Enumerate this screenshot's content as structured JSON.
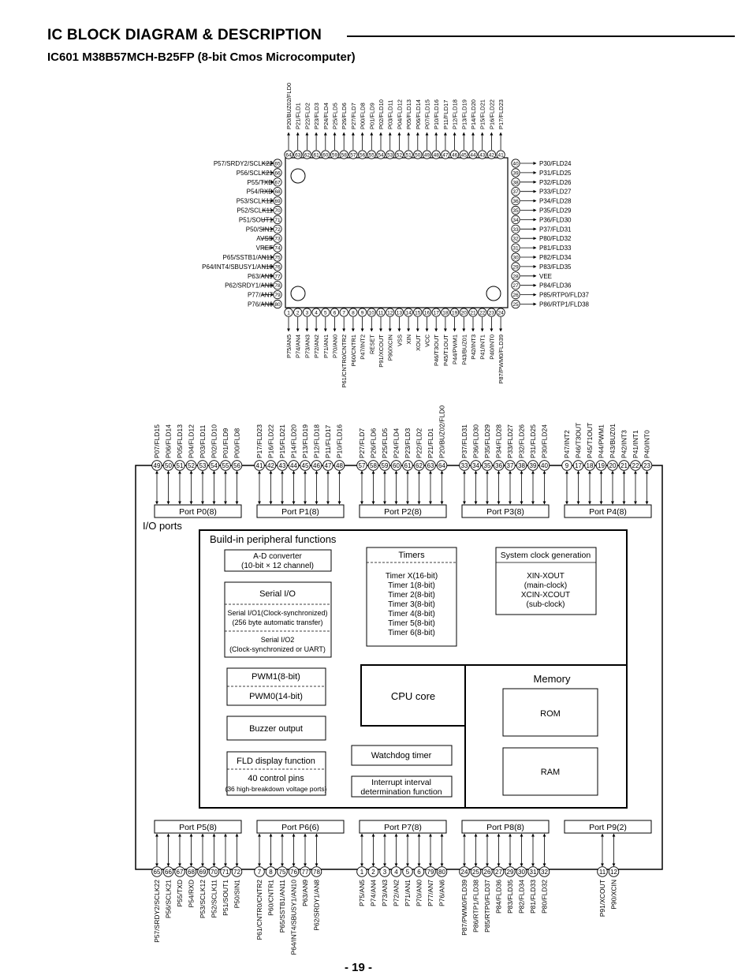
{
  "title": "IC BLOCK DIAGRAM  & DESCRIPTION",
  "subtitle": "IC601 M38B57MCH-B25FP (8-bit Cmos Microcomputer)",
  "page_number": "- 19 -",
  "pinout": {
    "top": [
      {
        "n": "64",
        "label": "P20/BUZ02/FLD0"
      },
      {
        "n": "63",
        "label": "P21/FLD1"
      },
      {
        "n": "62",
        "label": "P22/FLD2"
      },
      {
        "n": "61",
        "label": "P23/FLD3"
      },
      {
        "n": "60",
        "label": "P24/FLD4"
      },
      {
        "n": "59",
        "label": "P25/FLD5"
      },
      {
        "n": "58",
        "label": "P26/FLD6"
      },
      {
        "n": "57",
        "label": "P27/FLD7"
      },
      {
        "n": "56",
        "label": "P00/FLD8"
      },
      {
        "n": "55",
        "label": "P01/FLD9"
      },
      {
        "n": "54",
        "label": "P02/FLD10"
      },
      {
        "n": "53",
        "label": "P03/FLD11"
      },
      {
        "n": "52",
        "label": "P04/FLD12"
      },
      {
        "n": "51",
        "label": "P05/FLD13"
      },
      {
        "n": "50",
        "label": "P06/FLD14"
      },
      {
        "n": "49",
        "label": "P07/FLD15"
      },
      {
        "n": "48",
        "label": "P10/FLD16"
      },
      {
        "n": "47",
        "label": "P11/FLD17"
      },
      {
        "n": "46",
        "label": "P12/FLD18"
      },
      {
        "n": "45",
        "label": "P13/FLD19"
      },
      {
        "n": "44",
        "label": "P14/FLD20"
      },
      {
        "n": "43",
        "label": "P15/FLD21"
      },
      {
        "n": "42",
        "label": "P16/FLD22"
      },
      {
        "n": "41",
        "label": "P17/FLD23"
      }
    ],
    "left": [
      {
        "n": "65",
        "label": "P57/SRDY2/SCLK22"
      },
      {
        "n": "66",
        "label": "P56/SCLK21"
      },
      {
        "n": "67",
        "label": "P55/TXD"
      },
      {
        "n": "68",
        "label": "P54/RXD"
      },
      {
        "n": "69",
        "label": "P53/SCLK12"
      },
      {
        "n": "70",
        "label": "P52/SCLK11"
      },
      {
        "n": "71",
        "label": "P51/SOUT1"
      },
      {
        "n": "72",
        "label": "P50/SIN1"
      },
      {
        "n": "73",
        "label": "AVSS"
      },
      {
        "n": "74",
        "label": "VREF"
      },
      {
        "n": "75",
        "label": "P65/SSTB1/AN11"
      },
      {
        "n": "76",
        "label": "P64/INT4/SBUSY1/AN10"
      },
      {
        "n": "77",
        "label": "P63/AN9"
      },
      {
        "n": "78",
        "label": "P62/SRDY1/AN8"
      },
      {
        "n": "79",
        "label": "P77/AN7"
      },
      {
        "n": "80",
        "label": "P76/AN6"
      }
    ],
    "right": [
      {
        "n": "40",
        "label": "P30/FLD24"
      },
      {
        "n": "39",
        "label": "P31/FLD25"
      },
      {
        "n": "38",
        "label": "P32/FLD26"
      },
      {
        "n": "37",
        "label": "P33/FLD27"
      },
      {
        "n": "36",
        "label": "P34/FLD28"
      },
      {
        "n": "35",
        "label": "P35/FLD29"
      },
      {
        "n": "34",
        "label": "P36/FLD30"
      },
      {
        "n": "33",
        "label": "P37/FLD31"
      },
      {
        "n": "32",
        "label": "P80/FLD32"
      },
      {
        "n": "31",
        "label": "P81/FLD33"
      },
      {
        "n": "30",
        "label": "P82/FLD34"
      },
      {
        "n": "29",
        "label": "P83/FLD35"
      },
      {
        "n": "28",
        "label": "VEE"
      },
      {
        "n": "27",
        "label": "P84/FLD36"
      },
      {
        "n": "26",
        "label": "P85/RTP0/FLD37"
      },
      {
        "n": "25",
        "label": "P86/RTP1/FLD38"
      }
    ],
    "bottom": [
      {
        "n": "1",
        "label": "P75/AN5"
      },
      {
        "n": "2",
        "label": "P74/AN4"
      },
      {
        "n": "3",
        "label": "P73/AN3"
      },
      {
        "n": "4",
        "label": "P72/AN2"
      },
      {
        "n": "5",
        "label": "P71/AN1"
      },
      {
        "n": "6",
        "label": "P70/AN0"
      },
      {
        "n": "7",
        "label": "P61/CNTR0/CNTR2"
      },
      {
        "n": "8",
        "label": "P60/CNTR1"
      },
      {
        "n": "9",
        "label": "P47/INT2"
      },
      {
        "n": "10",
        "label": "RESET"
      },
      {
        "n": "11",
        "label": "P91/XCOUT"
      },
      {
        "n": "12",
        "label": "P90/XCIN"
      },
      {
        "n": "13",
        "label": "VSS"
      },
      {
        "n": "14",
        "label": "XIN"
      },
      {
        "n": "15",
        "label": "XOUT"
      },
      {
        "n": "16",
        "label": "VCC"
      },
      {
        "n": "17",
        "label": "P46/T3OUT"
      },
      {
        "n": "18",
        "label": "P45/T1OUT"
      },
      {
        "n": "19",
        "label": "P44/PWM1"
      },
      {
        "n": "20",
        "label": "P43/BUZ01"
      },
      {
        "n": "21",
        "label": "P42/INT3"
      },
      {
        "n": "22",
        "label": "P41/INT1"
      },
      {
        "n": "23",
        "label": "P40/INT0"
      },
      {
        "n": "24",
        "label": "P87/PWM0/FLD39"
      }
    ]
  },
  "ports_top": [
    {
      "name": "Port P0(8)",
      "pins": [
        {
          "n": "49",
          "label": "P07/FLD15"
        },
        {
          "n": "50",
          "label": "P06/FLD14"
        },
        {
          "n": "51",
          "label": "P05/FLD13"
        },
        {
          "n": "52",
          "label": "P04/FLD12"
        },
        {
          "n": "53",
          "label": "P03/FLD11"
        },
        {
          "n": "54",
          "label": "P02/FLD10"
        },
        {
          "n": "55",
          "label": "P01/FLD9"
        },
        {
          "n": "56",
          "label": "P00/FLD8"
        }
      ]
    },
    {
      "name": "Port P1(8)",
      "pins": [
        {
          "n": "41",
          "label": "P17/FLD23"
        },
        {
          "n": "42",
          "label": "P16/FLD22"
        },
        {
          "n": "43",
          "label": "P15/FLD21"
        },
        {
          "n": "44",
          "label": "P14/FLD20"
        },
        {
          "n": "45",
          "label": "P13/FLD19"
        },
        {
          "n": "46",
          "label": "P12/FLD18"
        },
        {
          "n": "47",
          "label": "P11/FLD17"
        },
        {
          "n": "48",
          "label": "P10/FLD16"
        }
      ]
    },
    {
      "name": "Port P2(8)",
      "pins": [
        {
          "n": "57",
          "label": "P27/FLD7"
        },
        {
          "n": "58",
          "label": "P26/FLD6"
        },
        {
          "n": "59",
          "label": "P25/FLD5"
        },
        {
          "n": "60",
          "label": "P24/FLD4"
        },
        {
          "n": "61",
          "label": "P23/FLD3"
        },
        {
          "n": "62",
          "label": "P22/FLD2"
        },
        {
          "n": "63",
          "label": "P21/FLD1"
        },
        {
          "n": "64",
          "label": "P20/BUZ02/FLD0"
        }
      ]
    },
    {
      "name": "Port P3(8)",
      "pins": [
        {
          "n": "33",
          "label": "P37/FLD31"
        },
        {
          "n": "34",
          "label": "P36/FLD30"
        },
        {
          "n": "35",
          "label": "P35/FLD29"
        },
        {
          "n": "36",
          "label": "P34/FLD28"
        },
        {
          "n": "37",
          "label": "P33/FLD27"
        },
        {
          "n": "38",
          "label": "P32/FLD26"
        },
        {
          "n": "39",
          "label": "P31/FLD25"
        },
        {
          "n": "40",
          "label": "P30/FLD24"
        }
      ]
    },
    {
      "name": "Port P4(8)",
      "pins": [
        {
          "n": "9",
          "label": "P47/INT2"
        },
        {
          "n": "17",
          "label": "P46/T3OUT"
        },
        {
          "n": "18",
          "label": "P45/T1OUT"
        },
        {
          "n": "19",
          "label": "P44/PWM1"
        },
        {
          "n": "20",
          "label": "P43/BUZ01"
        },
        {
          "n": "21",
          "label": "P42/INT3"
        },
        {
          "n": "22",
          "label": "P41/INT1"
        },
        {
          "n": "23",
          "label": "P40/INT0"
        }
      ]
    }
  ],
  "ports_bottom": [
    {
      "name": "Port P5(8)",
      "pins": [
        {
          "n": "65",
          "label": "P57/SRDY2/SCLK22"
        },
        {
          "n": "66",
          "label": "P56/SCLK21"
        },
        {
          "n": "67",
          "label": "P55/TXD"
        },
        {
          "n": "68",
          "label": "P54/RXD"
        },
        {
          "n": "69",
          "label": "P53/SCLK12"
        },
        {
          "n": "70",
          "label": "P52/SCLK11"
        },
        {
          "n": "71",
          "label": "P51/SOUT1"
        },
        {
          "n": "72",
          "label": "P50/SIN1"
        }
      ]
    },
    {
      "name": "Port P6(6)",
      "pins": [
        {
          "n": "7",
          "label": "P61/CNTR0/CNTR2"
        },
        {
          "n": "8",
          "label": "P60/CNTR1"
        },
        {
          "n": "75",
          "label": "P65/SSTB1/AN11"
        },
        {
          "n": "76",
          "label": "P64/INT4/SBUSY1/AN10"
        },
        {
          "n": "77",
          "label": "P63/AN9"
        },
        {
          "n": "78",
          "label": "P62/SRDY1/AN8"
        }
      ]
    },
    {
      "name": "Port P7(8)",
      "pins": [
        {
          "n": "1",
          "label": "P75/AN5"
        },
        {
          "n": "2",
          "label": "P74/AN4"
        },
        {
          "n": "3",
          "label": "P73/AN3"
        },
        {
          "n": "4",
          "label": "P72/AN2"
        },
        {
          "n": "5",
          "label": "P71/AN1"
        },
        {
          "n": "6",
          "label": "P70/AN0"
        },
        {
          "n": "79",
          "label": "P77/AN7"
        },
        {
          "n": "80",
          "label": "P76/AN6"
        }
      ]
    },
    {
      "name": "Port P8(8)",
      "pins": [
        {
          "n": "24",
          "label": "P87/PWM0/FLD39"
        },
        {
          "n": "25",
          "label": "P86/RTP1/FLD38"
        },
        {
          "n": "26",
          "label": "P85/RTP0/FLD37"
        },
        {
          "n": "27",
          "label": "P84/FLD36"
        },
        {
          "n": "29",
          "label": "P83/FLD35"
        },
        {
          "n": "30",
          "label": "P82/FLD34"
        },
        {
          "n": "31",
          "label": "P81/FLD33"
        },
        {
          "n": "32",
          "label": "P80/FLD32"
        }
      ]
    },
    {
      "name": "Port P9(2)",
      "pins": [
        {
          "n": "11",
          "label": "P91/XCOUT"
        },
        {
          "n": "12",
          "label": "P90/XCIN"
        }
      ]
    }
  ],
  "io_ports_label": "I/O ports",
  "peripheral": {
    "title": "Build-in peripheral functions",
    "adc": [
      "A-D converter",
      "(10-bit × 12 channel)"
    ],
    "serial_title": "Serial I/O",
    "serial1": [
      "Serial I/O1(Clock-synchronized)",
      "(256 byte automatic transfer)"
    ],
    "serial2": [
      "Serial I/O2",
      "(Clock-synchronized or UART)"
    ],
    "pwm": [
      "PWM1(8-bit)",
      "PWM0(14-bit)"
    ],
    "buzzer": "Buzzer output",
    "fld": [
      "FLD display function",
      "40 control pins",
      "(36 high-breakdown voltage ports)"
    ],
    "timers_title": "Timers",
    "timers": [
      "Timer X(16-bit)",
      "Timer 1(8-bit)",
      "Timer 2(8-bit)",
      "Timer 3(8-bit)",
      "Timer 4(8-bit)",
      "Timer 5(8-bit)",
      "Timer 6(8-bit)"
    ],
    "clock_title": "System clock generation",
    "clock": [
      "XIN-XOUT",
      "(main-clock)",
      "XCIN-XCOUT",
      "(sub-clock)"
    ],
    "cpu": "CPU core",
    "memory": "Memory",
    "rom": "ROM",
    "ram": "RAM",
    "watchdog": "Watchdog timer",
    "interrupt": [
      "Interrupt interval",
      "determination function"
    ]
  }
}
